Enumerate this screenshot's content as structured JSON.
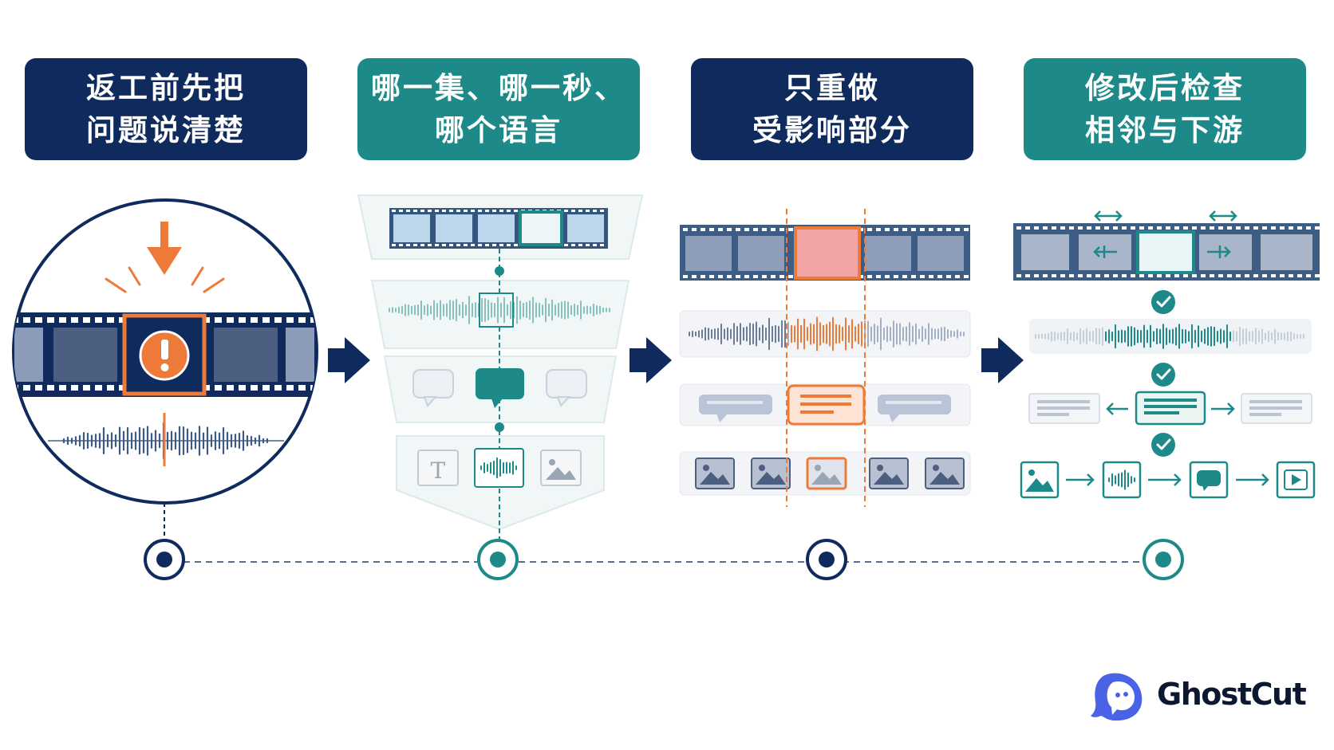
{
  "steps": [
    {
      "line1": "返工前先把",
      "line2": "问题说清楚"
    },
    {
      "line1": "哪一集、哪一秒、",
      "line2": "哪个语言"
    },
    {
      "line1": "只重做",
      "line2": "受影响部分"
    },
    {
      "line1": "修改后检查",
      "line2": "相邻与下游"
    }
  ],
  "brand": {
    "name": "GhostCut"
  },
  "colors": {
    "navy": "#0f2a5c",
    "teal": "#1d8a89",
    "orange": "#ee7a3a",
    "highlight_red": "#f3a5a5",
    "muted_frame": "#8c9cb8"
  },
  "icons": [
    "down-arrow-icon",
    "exclamation-icon",
    "waveform-icon",
    "speech-bubble-icon",
    "text-icon",
    "image-icon",
    "arrow-right-icon",
    "check-icon",
    "double-arrow-icon",
    "play-icon",
    "ghostcut-logo-icon"
  ]
}
